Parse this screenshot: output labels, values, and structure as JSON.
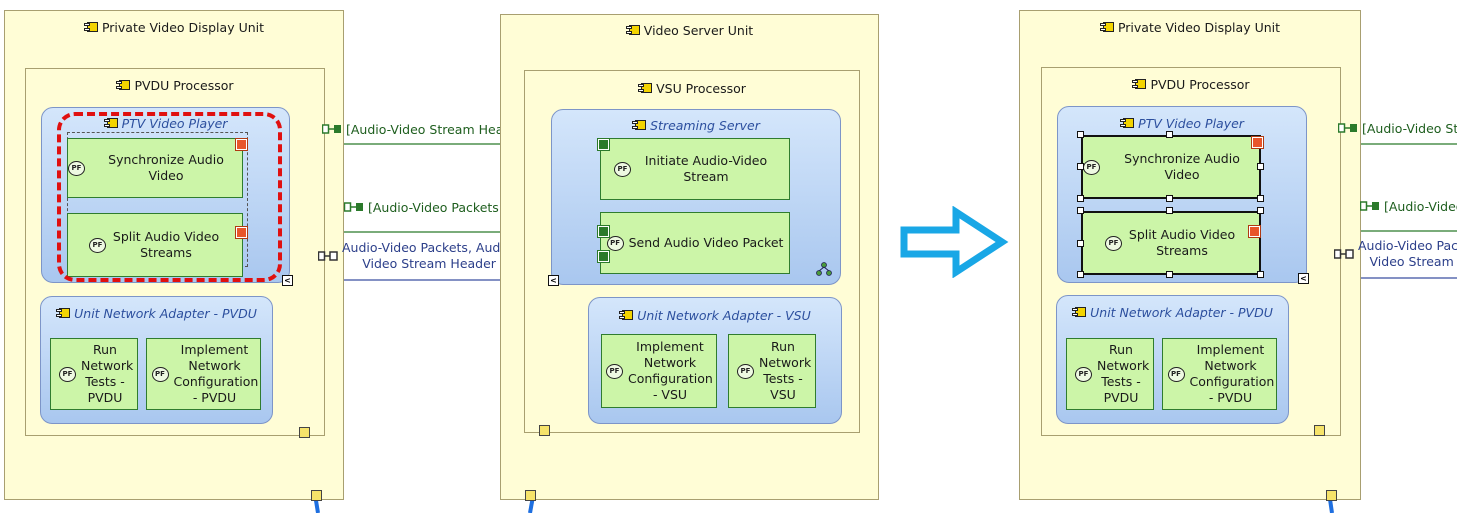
{
  "left": {
    "unit": "Private Video Display Unit",
    "processor": "PVDU Processor",
    "player": "PTV Video Player",
    "sync": "Synchronize Audio Video",
    "split": "Split Audio Video Streams",
    "adapter": "Unit Network Adapter - PVDU",
    "run_tests": "Run Network Tests - PVDU",
    "impl_config": "Implement Network Configuration - PVDU"
  },
  "middle": {
    "unit": "Video Server Unit",
    "processor": "VSU Processor",
    "server": "Streaming Server",
    "initiate": "Initiate Audio-Video Stream",
    "send": "Send Audio Video Packet",
    "adapter": "Unit Network Adapter - VSU",
    "impl_config": "Implement Network Configuration - VSU",
    "run_tests": "Run Network Tests - VSU"
  },
  "exchanges": {
    "header": "[Audio-Video Stream Header]",
    "packets": "[Audio-Video Packets]",
    "combined_1": "Audio-Video Packets, Audio-",
    "combined_2": "Video Stream Header"
  },
  "right": {
    "unit": "Private Video Display Unit",
    "processor": "PVDU Processor",
    "player": "PTV Video Player",
    "sync": "Synchronize Audio Video",
    "split": "Split Audio Video Streams",
    "adapter": "Unit Network Adapter - PVDU",
    "run_tests": "Run Network Tests - PVDU",
    "impl_config": "Implement Network Configuration - PVDU",
    "header_trunc": "[Audio-Video Str",
    "packets_trunc": "[Audio-Video",
    "combined_trunc_1": "Audio-Video Pack",
    "combined_trunc_2": "Video Stream"
  },
  "colors": {
    "node_fill": "#fffdd6",
    "component_fill": "#a9c7ef",
    "function_fill": "#ccf5a8",
    "exchange_green": "#2b7a2b",
    "physical_link": "#1e6fe0",
    "selection_red": "#e01010",
    "arrow": "#19a7e6"
  }
}
